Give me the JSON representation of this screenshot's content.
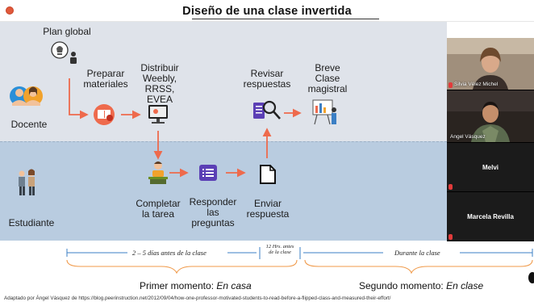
{
  "slide": {
    "title": "Diseño de una clase invertida",
    "plan_global": "Plan global",
    "roles": {
      "docente": "Docente",
      "estudiante": "Estudiante"
    },
    "steps": {
      "preparar": [
        "Preparar",
        "materiales"
      ],
      "distribuir": [
        "Distribuir",
        "Weebly,",
        "RRSS, EVEA"
      ],
      "revisar": [
        "Revisar",
        "respuestas"
      ],
      "breve": [
        "Breve",
        "Clase",
        "magistral"
      ],
      "completar": [
        "Completar",
        "la tarea"
      ],
      "responder": [
        "Responder",
        "las",
        "preguntas"
      ],
      "enviar": [
        "Enviar",
        "respuesta"
      ]
    },
    "timeline": {
      "before": "2 – 5 días antes de la clase",
      "hours_line1": "12 Hrs. antes",
      "hours_line2": "de la clase",
      "during": "Durante la clase"
    },
    "moments": {
      "first_label": "Primer momento:",
      "first_place": "En casa",
      "second_label": "Segundo momento:",
      "second_place": "En clase"
    },
    "citation": "Adaptado por Ángel Vásquez de https://blog.peerinstruction.net/2012/09/04/how-one-professor-motivated-students-to-read-before-a-flipped-class-and-measured-their-effort/"
  },
  "participants": [
    {
      "name": "Silvia Vélez Michel",
      "type": "video"
    },
    {
      "name": "Angel Vásquez",
      "type": "video"
    },
    {
      "name": "Melvi",
      "type": "name-only"
    },
    {
      "name": "Marcela Revilla",
      "type": "name-only"
    }
  ],
  "colors": {
    "arrow": "#ee6a4c",
    "timeline_blue": "#3b7fc4",
    "brace_orange": "#f09a4a",
    "top_band": "#dfe3ea",
    "bottom_band": "#b9cce0"
  }
}
